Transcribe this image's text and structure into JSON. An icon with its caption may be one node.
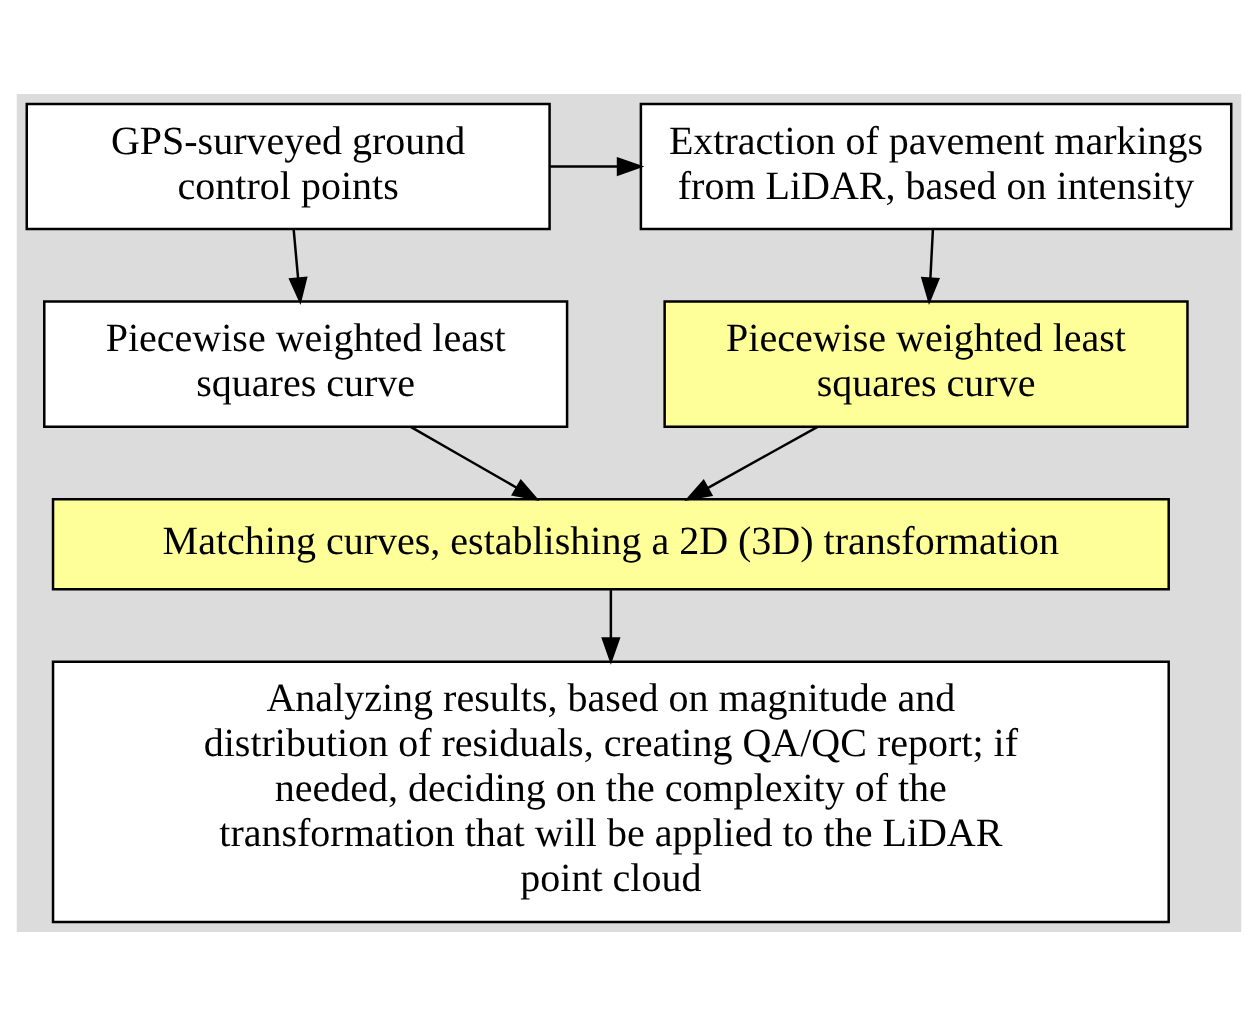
{
  "diagram": {
    "nodes": [
      {
        "text": [
          "Extraction of pavement markings from LiDAR, based on intensity"
        ]
      },
      {
        "text": [
          "GPS-surveyed ground control points"
        ]
      },
      {
        "text": [
          "Piecewise weighted least squares curve"
        ]
      },
      {
        "text": [
          "Piecewise weighted least squares curve"
        ]
      },
      {
        "text": [
          "Matching curves, establishing a 2D (3D) transformation"
        ]
      },
      {
        "text": [
          "Analyzing results, based on magnitude and distribution of residuals, creating QA/QC report; if needed, deciding on the complexity of the transformation that will be applied to the LiDAR point cloud"
        ]
      }
    ],
    "edges": [
      {
        "from": 1,
        "to": 0,
        "arrow": "to"
      },
      {
        "from": 0,
        "to": 2,
        "arrow": "to"
      },
      {
        "from": 1,
        "to": 3,
        "arrow": "to"
      },
      {
        "from": 2,
        "to": 4,
        "arrow": "to"
      },
      {
        "from": 3,
        "to": 4,
        "arrow": "to"
      },
      {
        "from": 4,
        "to": 5,
        "arrow": "to"
      }
    ]
  }
}
